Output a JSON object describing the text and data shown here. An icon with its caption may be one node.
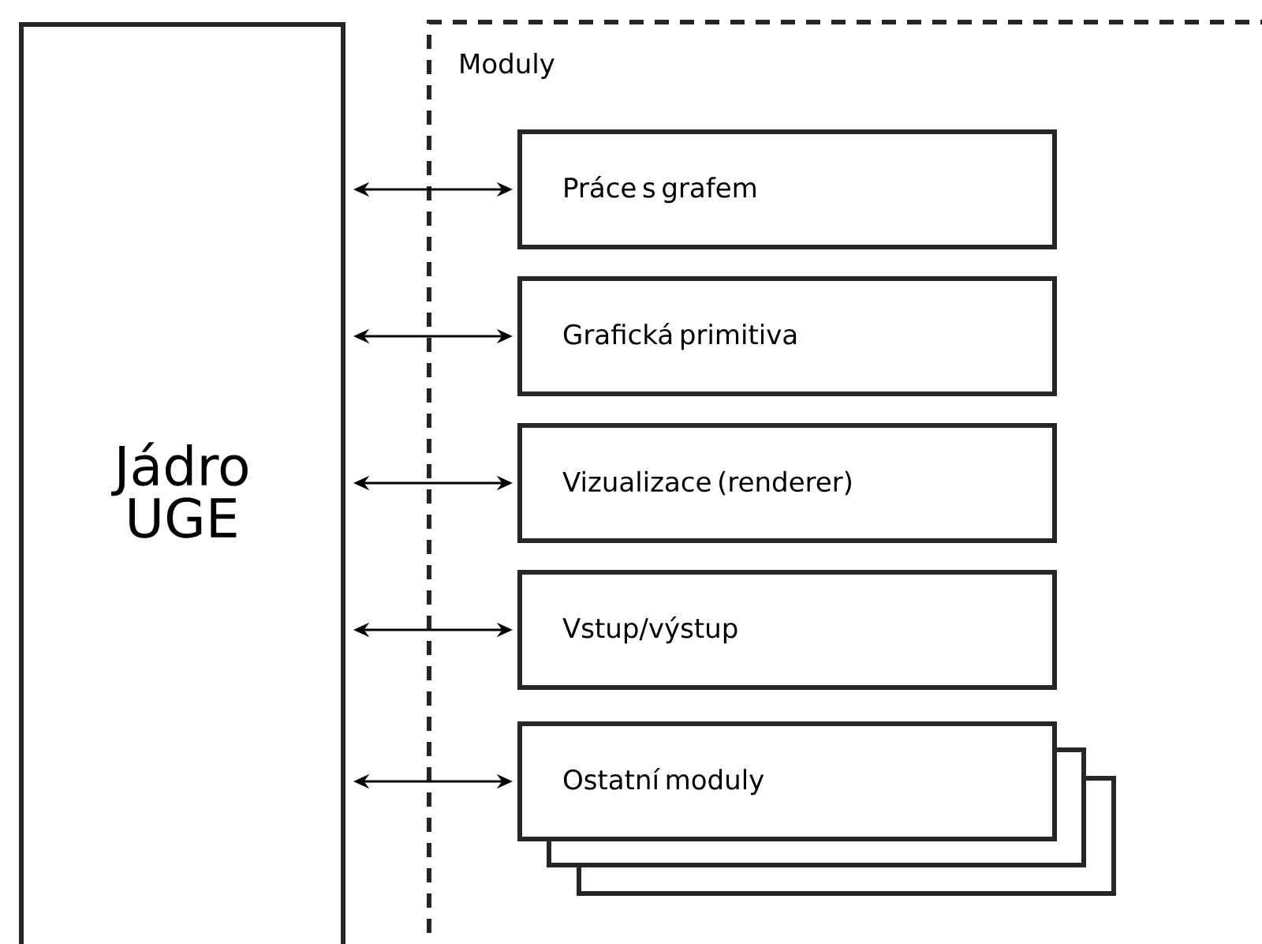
{
  "diagram": {
    "nodes": [
      {
        "text": [
          "Jádro UGE"
        ]
      },
      {
        "text": [
          "Moduly"
        ]
      },
      {
        "text": [
          "Práce s grafem"
        ],
        "in": 1
      },
      {
        "text": [
          "Grafická primitiva"
        ],
        "in": 1
      },
      {
        "text": [
          "Vizualizace (renderer)"
        ],
        "in": 1
      },
      {
        "text": [
          "Vstup/výstup"
        ],
        "in": 1
      },
      {
        "text": [
          "Ostatní moduly"
        ],
        "in": 1
      }
    ],
    "edges": [
      {
        "from": 0,
        "to": 2,
        "arrow": "both"
      },
      {
        "from": 0,
        "to": 3,
        "arrow": "both"
      },
      {
        "from": 0,
        "to": 4,
        "arrow": "both"
      },
      {
        "from": 0,
        "to": 5,
        "arrow": "both"
      },
      {
        "from": 0,
        "to": 6,
        "arrow": "both"
      }
    ]
  }
}
